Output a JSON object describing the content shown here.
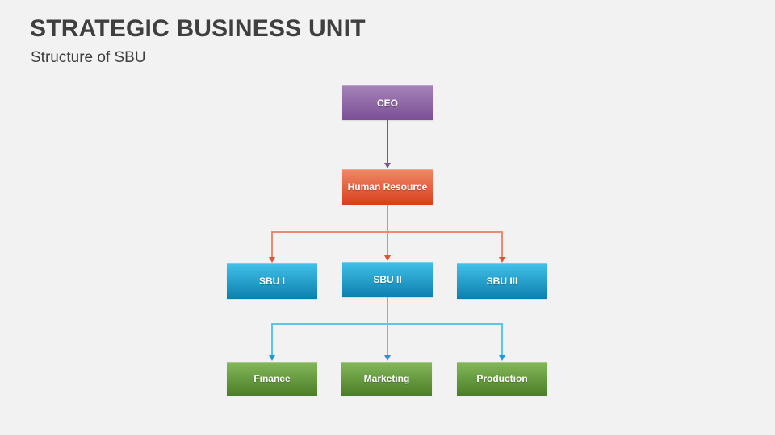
{
  "slide": {
    "title": "STRATEGIC BUSINESS UNIT",
    "subtitle": "Structure of SBU"
  },
  "org_chart": {
    "root": {
      "label": "CEO"
    },
    "manager": {
      "label": "Human Resource"
    },
    "units": [
      {
        "label": "SBU I"
      },
      {
        "label": "SBU II"
      },
      {
        "label": "SBU III"
      }
    ],
    "departments": [
      {
        "label": "Finance"
      },
      {
        "label": "Marketing"
      },
      {
        "label": "Production"
      }
    ]
  },
  "colors": {
    "background": "#f2f2f2",
    "title-color": "#3f3f3f",
    "subtitle-color": "#3d3d3d",
    "node-text": "#ffffff",
    "purple-top": "#a583b9",
    "purple-bottom": "#7b4f94",
    "orange-top": "#f08a68",
    "orange-bottom": "#d83e1d",
    "blue-top": "#41c1e9",
    "blue-bottom": "#0d7fae",
    "green-top": "#85b95b",
    "green-bottom": "#4b7e27",
    "connector-purple": "#7b5498",
    "connector-orange": "#ef8a72",
    "arrow-orange": "#e25030",
    "connector-blue": "#5cc6e8",
    "arrow-blue": "#1b9cd8"
  }
}
